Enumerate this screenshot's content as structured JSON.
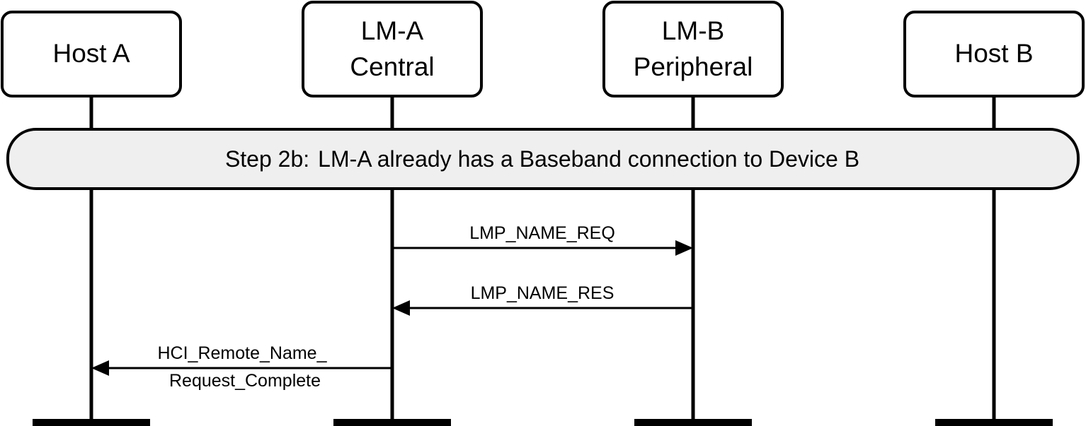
{
  "participants": [
    {
      "id": "host-a",
      "lines": [
        "Host A"
      ]
    },
    {
      "id": "lm-a",
      "lines": [
        "LM-A",
        "Central"
      ]
    },
    {
      "id": "lm-b",
      "lines": [
        "LM-B",
        "Peripheral"
      ]
    },
    {
      "id": "host-b",
      "lines": [
        "Host B"
      ]
    }
  ],
  "step": {
    "label": "Step 2b:",
    "text": "LM-A already has a Baseband connection to Device B"
  },
  "messages": [
    {
      "id": "lmp-name-req",
      "from": "lm-a",
      "to": "lm-b",
      "lines": [
        "LMP_NAME_REQ"
      ]
    },
    {
      "id": "lmp-name-res",
      "from": "lm-b",
      "to": "lm-a",
      "lines": [
        "LMP_NAME_RES"
      ]
    },
    {
      "id": "hci-remote-name-request-complete",
      "from": "lm-a",
      "to": "host-a",
      "lines": [
        "HCI_Remote_Name_",
        "Request_Complete"
      ]
    }
  ],
  "colors": {
    "line": "#000000",
    "box_fill": "#ffffff",
    "step_fill": "#efefef"
  }
}
